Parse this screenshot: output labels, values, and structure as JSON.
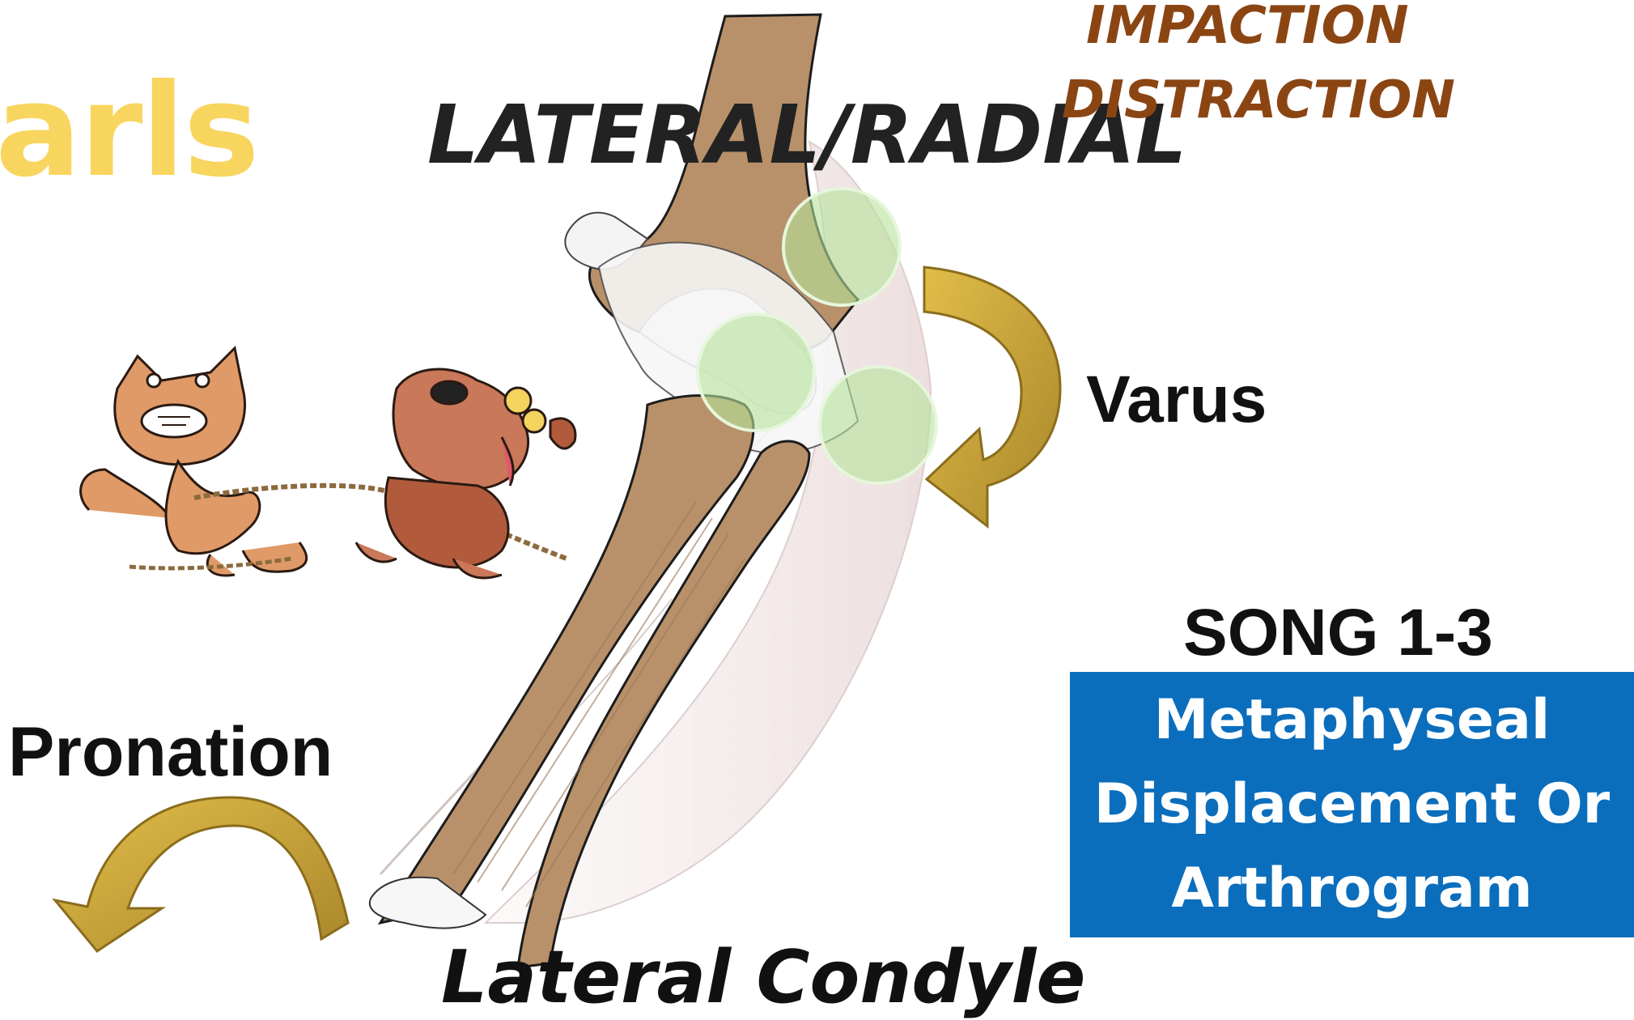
{
  "labels": {
    "partial_title": "arls",
    "lateral_radial": "LATERAL/RADIAL",
    "impaction": "IMPACTION",
    "distraction": "DISTRACTION",
    "varus": "Varus",
    "pronation": "Pronation",
    "song": "SONG 1-3",
    "box_lines": [
      "Metaphyseal",
      "Displacement Or",
      "Arthrogram"
    ],
    "lateral_condyle": "Lateral Condyle"
  },
  "colors": {
    "title_yellow": "#f8d55e",
    "impaction_brown": "#8b4513",
    "box_blue": "#0b6ebd",
    "arrow_gold": "#c9a33a",
    "bone": "#b8916a",
    "circle_green": "#b5e29b"
  },
  "icons": {
    "cartoon": "cat-and-dog-tug-of-war",
    "varus_arrow": "curved-arrow-clockwise-icon",
    "pronation_arrow": "curved-arrow-arch-icon"
  }
}
